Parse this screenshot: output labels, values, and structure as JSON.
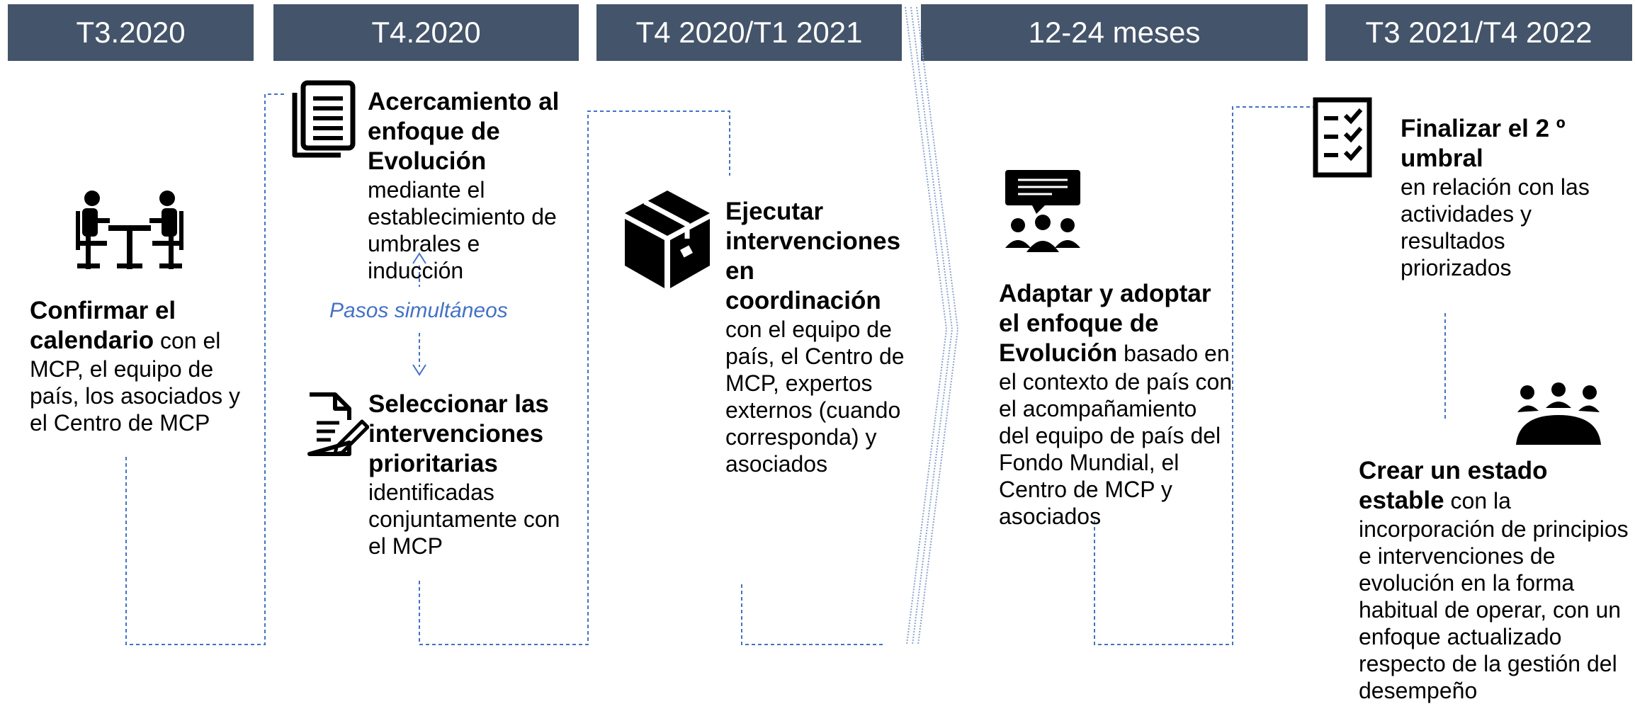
{
  "headers": [
    "T3.2020",
    "T4.2020",
    "T4 2020/T1 2021",
    "12-24 meses",
    "T3 2021/T4 2022"
  ],
  "colors": {
    "header_bg": "#44546a",
    "dashed_line": "#4472c4",
    "note": "#4472c4"
  },
  "icons": {
    "confirm": "meeting-icon",
    "approach": "documents-icon",
    "select": "edit-document-icon",
    "execute": "box-icon",
    "adapt": "presentation-icon",
    "finalize": "checklist-icon",
    "stable": "team-icon"
  },
  "steps": {
    "confirm": {
      "bold": "Confirmar el calendario",
      "rest": " con el MCP, el equipo de país, los asociados y el Centro de MCP"
    },
    "approach": {
      "bold": "Acercamiento al enfoque de Evolución",
      "rest": "mediante el establecimiento de umbrales e inducción"
    },
    "simultaneous": "Pasos simultáneos",
    "select": {
      "bold": "Seleccionar las intervenciones prioritarias",
      "rest": "identificadas conjuntamente con el MCP"
    },
    "execute": {
      "bold": "Ejecutar intervenciones en coordinación",
      "rest": "con el equipo de país, el Centro de MCP, expertos externos (cuando corresponda) y asociados"
    },
    "adapt": {
      "bold": "Adaptar y adoptar el enfoque de Evolución",
      "rest": " basado en el contexto de país con el acompañamiento del equipo de país del Fondo Mundial, el Centro de MCP y asociados"
    },
    "finalize": {
      "bold": "Finalizar el 2 º umbral",
      "rest": "en relación con las actividades y resultados priorizados"
    },
    "stable": {
      "bold": "Crear un estado estable",
      "rest": " con la incorporación de principios e intervenciones de evolución en la forma habitual de operar, con un enfoque actualizado respecto de la gestión del desempeño"
    }
  }
}
